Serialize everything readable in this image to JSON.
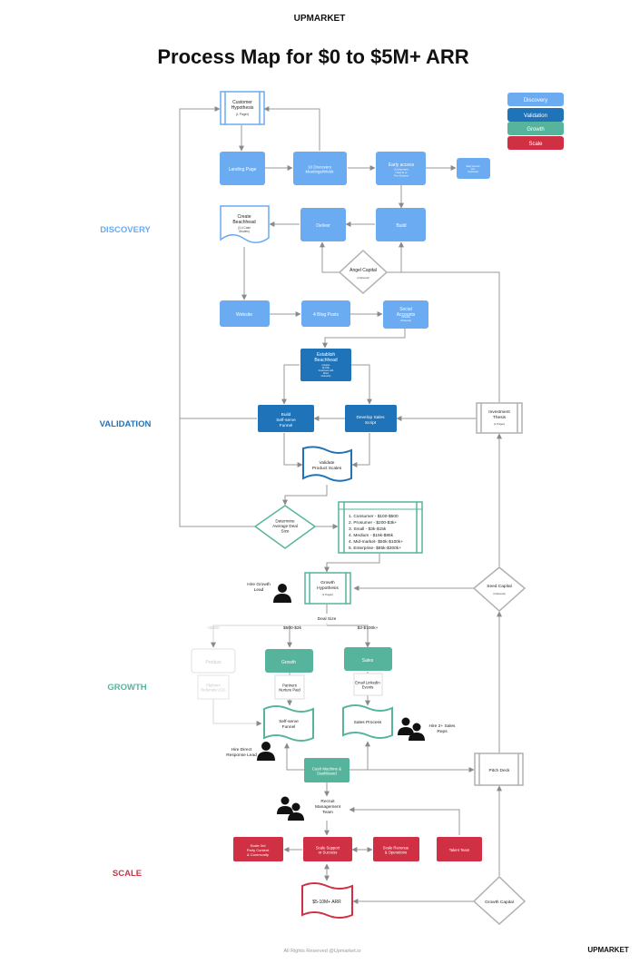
{
  "brand": "UPMARKET",
  "title": "Process Map for $0 to $5M+ ARR",
  "footer": "All Rights Reserved @Upmarket.io",
  "colors": {
    "discovery": "#6aabf2",
    "validation": "#1f73b9",
    "growth": "#56b49d",
    "scale": "#d03044",
    "gray": "#9a9a9a"
  },
  "legend": [
    "Discovery",
    "Validation",
    "Growth",
    "Scale"
  ],
  "stages": {
    "discovery": "DISCOVERY",
    "validation": "VALIDATION",
    "growth": "GROWTH",
    "scale": "SCALE"
  },
  "nodes": {
    "customer_hypothesis": "Customer Hypothesis",
    "customer_hypothesis_sub": "(1 Pager)",
    "landing_page": "Landing Page",
    "discovery_meetings": "10 Discovery Meetings/Week",
    "early_access": "Early access",
    "early_access_sub": "(Customers Used & or Pre-Orders)",
    "early_access_side": "Early Access List (Optional)",
    "create_beachhead": "Create Beachhead",
    "create_beachhead_sub": "(3-4 Case Studies)",
    "deliver": "Deliver",
    "build": "Build",
    "angel_capital": "Angel Capital",
    "angel_capital_sub": "(Optional)",
    "website": "Website",
    "blog_posts": "4 Blog Posts",
    "social_accounts": "Social Accounts",
    "social_accounts_sub": "(Media Channel)",
    "establish_beachhead": "Establish Beachhead",
    "establish_beachhead_sub": "(Acquire 10-100+ Customers with Direct Outreach)",
    "self_serve_funnel": "Build Self-serve Funnel",
    "sales_script": "Develop Sales Script",
    "investment_thesis": "Investment Thesis",
    "investment_thesis_sub": "(1 Pager)",
    "validate_scales": "Validate Product Scales",
    "deal_size_diamond": "Determine Average Deal Size",
    "deal_list": [
      "1. Consumer - $100-$500",
      "2. Prosumer - $200-$3k+",
      "3. Small - $3k-$15k",
      "4. Medium - $15k-$85k",
      "4. Mid-market- $50k-$100k+",
      "5. Enterprise- $85k-$300k+"
    ],
    "growth_hypothesis": "Growth Hypothesis",
    "growth_hypothesis_sub": "(1 Pager)",
    "hire_growth_lead": "Hire Growth Lead",
    "seed_capital": "Seed Capital",
    "seed_capital_sub": "(Optional)",
    "deal_size_label": "Deal Size",
    "branch_lt500": "<$500",
    "branch_500_3k": "$500-$3k",
    "branch_3k_100k": "$3-$100k+",
    "product": "Product",
    "growth": "Growth",
    "sales": "Sales",
    "platform_referrals": "Platform Referrals UGC",
    "partners_nurture_paid": "Partners Nurture Paid",
    "email_linkedin_events": "Email LinkedIn Events",
    "self_serve_funnel_doc": "Self-serve Funnel",
    "sales_process": "Sales Process",
    "hire_sales_reps": "Hire 2+ Sales Reps",
    "hire_direct_response": "Hire Direct Response Lead",
    "cash_machine": "Cash Machine & Dashboard",
    "pitch_deck": "Pitch Deck",
    "recruit_team": "Recruit Management Team",
    "scale_3rd_party": "Scale 3rd Party Content & Community",
    "scale_support": "Scale Support or Success",
    "scale_revenue": "Scale Revenue & Operations",
    "talent_team": "Talent Team",
    "growth_capital": "Growth Capital",
    "arr_5_10m": "$5-10M+ ARR"
  }
}
